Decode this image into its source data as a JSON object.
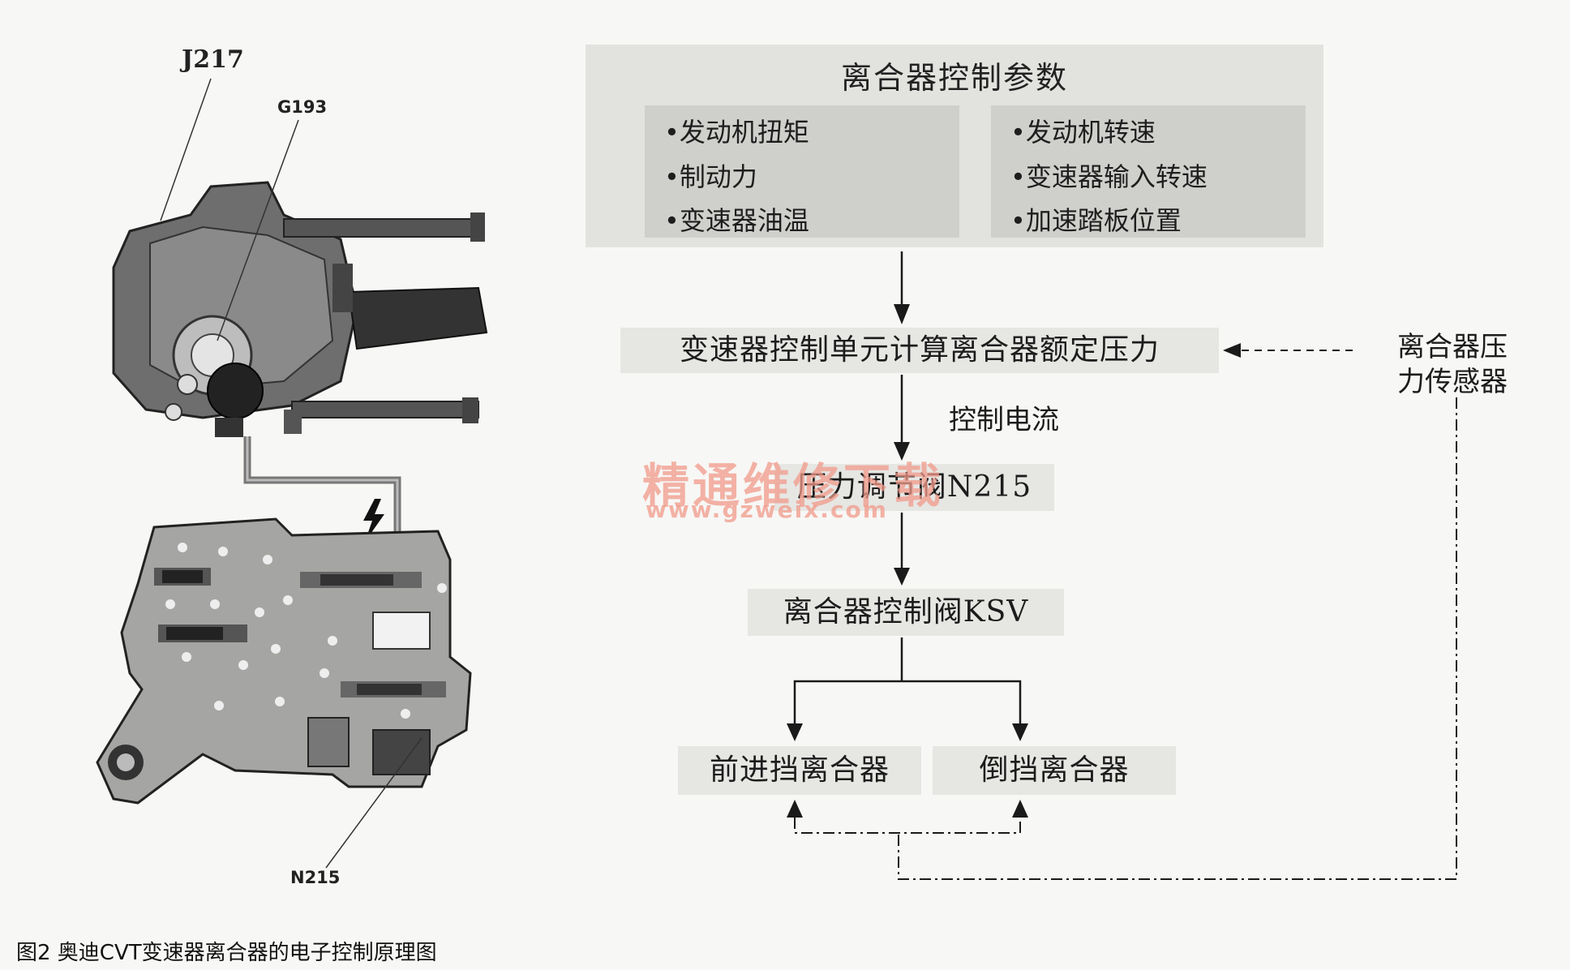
{
  "callouts": {
    "j217": "J217",
    "g193": "G193",
    "n215": "N215"
  },
  "parameters": {
    "title": "离合器控制参数",
    "left": [
      "•发动机扭矩",
      "•制动力",
      "•变速器油温"
    ],
    "right": [
      "•发动机转速",
      "•变速器输入转速",
      "•加速踏板位置"
    ]
  },
  "flow": {
    "tcu": "变速器控制单元计算离合器额定压力",
    "sensor_line1": "离合器压",
    "sensor_line2": "力传感器",
    "control_current": "控制电流",
    "pressure_valve": "压力调节阀N215",
    "clutch_valve": "离合器控制阀KSV",
    "forward_clutch": "前进挡离合器",
    "reverse_clutch": "倒挡离合器"
  },
  "watermark": {
    "text": "精通维修下载",
    "url": "www.gzweix.com"
  },
  "caption": "图2  奥迪CVT变速器离合器的电子控制原理图"
}
